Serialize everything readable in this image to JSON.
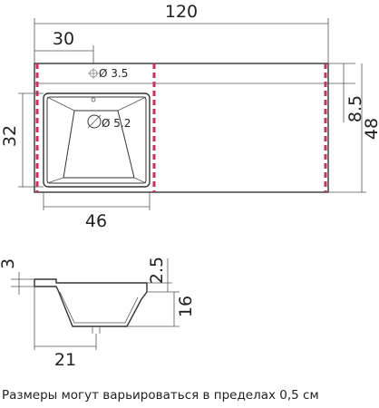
{
  "top_view": {
    "width": "120",
    "offset_left": "30",
    "height_total": "48",
    "height_top": "8.5",
    "basin_depth": "32",
    "basin_width": "46",
    "tap_hole": "Ø 3.5",
    "drain_hole": "Ø 5.2"
  },
  "side_view": {
    "top_thickness": "3",
    "rim": "2.5",
    "depth": "16",
    "width": "21"
  },
  "note": "Размеры могут варьироваться в пределах 0,5 см",
  "colors": {
    "line": "#333333",
    "mark": "#c8325a"
  }
}
